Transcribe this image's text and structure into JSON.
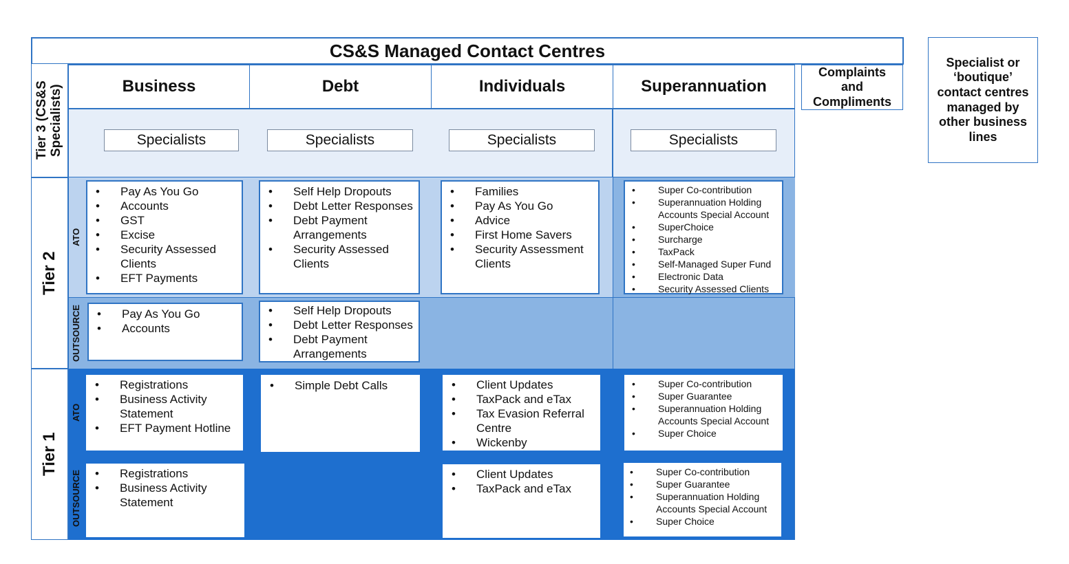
{
  "title": "CS&S Managed Contact Centres",
  "columns": [
    "Business",
    "Debt",
    "Individuals",
    "Superannuation"
  ],
  "complaints_box": "Complaints and Compliments",
  "specialist_box": "Specialist or ‘boutique’ contact centres managed by other business lines",
  "tiers": {
    "tier3": "Tier 3 (CS&S Specialists)",
    "tier2": "Tier 2",
    "tier1": "Tier 1"
  },
  "sublabels": {
    "ato": "ATO",
    "outsource": "OUTSOURCE"
  },
  "specialists_label": "Specialists",
  "tier2_ato": {
    "business": [
      "Pay As You Go",
      "Accounts",
      "GST",
      "Excise",
      "Security Assessed Clients",
      "EFT Payments"
    ],
    "debt": [
      "Self Help Dropouts",
      "Debt Letter Responses",
      "Debt Payment Arrangements",
      "Security Assessed Clients"
    ],
    "individuals": [
      "Families",
      "Pay As You Go",
      "Advice",
      "First Home Savers",
      "Security Assessment Clients"
    ],
    "superannuation": [
      "Super Co-contribution",
      "Superannuation Holding Accounts Special Account",
      "SuperChoice",
      "Surcharge",
      "TaxPack",
      "Self-Managed Super Fund",
      "Electronic Data",
      "Security Assessed Clients"
    ]
  },
  "tier2_outsource": {
    "business": [
      "Pay As You Go",
      "Accounts"
    ],
    "debt": [
      "Self Help Dropouts",
      "Debt Letter Responses",
      "Debt Payment Arrangements"
    ]
  },
  "tier1_ato": {
    "business": [
      "Registrations",
      "Business Activity Statement",
      "EFT Payment Hotline"
    ],
    "debt": [
      "Simple Debt Calls"
    ],
    "individuals": [
      "Client Updates",
      "TaxPack and eTax",
      "Tax Evasion Referral Centre",
      "Wickenby"
    ],
    "superannuation": [
      "Super Co-contribution",
      "Super Guarantee",
      "Superannuation Holding Accounts Special Account",
      "Super Choice"
    ]
  },
  "tier1_outsource": {
    "business": [
      "Registrations",
      "Business Activity Statement"
    ],
    "individuals": [
      "Client Updates",
      "TaxPack and eTax"
    ],
    "superannuation": [
      "Super Co-contribution",
      "Super Guarantee",
      "Superannuation Holding Accounts Special Account",
      "Super Choice"
    ]
  },
  "colors": {
    "tier3_band": "#e6eef9",
    "tier2_ato_band": "#bcd3ef",
    "tier2_outsource_band": "#8ab4e3",
    "tier1_band": "#1e6fcf",
    "border": "#2f74c4"
  }
}
